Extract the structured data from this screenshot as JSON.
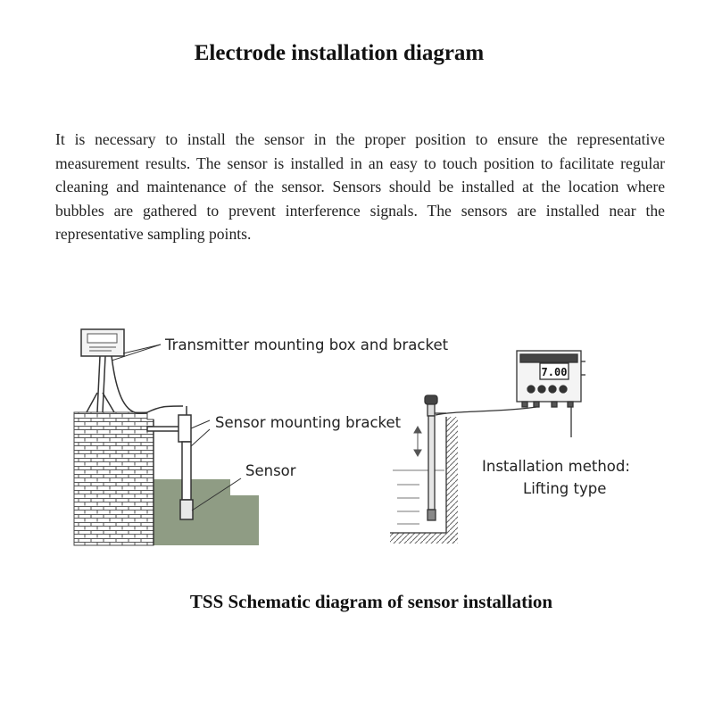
{
  "title": "Electrode installation diagram",
  "paragraph": "It is necessary to install the sensor in the proper position to ensure the representative measurement results. The sensor is installed in an easy to touch position to facilitate regular cleaning and maintenance of the sensor. Sensors should be installed at the location where bubbles are gathered to prevent interference signals. The sensors are installed near the representative sampling points.",
  "left_diagram": {
    "labels": {
      "transmitter": "Transmitter mounting box and bracket",
      "bracket": "Sensor mounting bracket",
      "sensor": "Sensor"
    }
  },
  "right_diagram": {
    "labels": {
      "method": "Installation method:",
      "type": "Lifting type"
    },
    "display_reading": "7.00"
  },
  "caption": "TSS Schematic diagram of sensor installation",
  "colors": {
    "water": "#8f9c84",
    "line": "#333333"
  }
}
